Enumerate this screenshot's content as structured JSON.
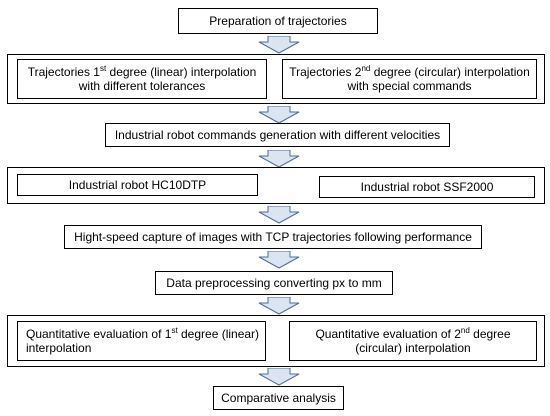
{
  "colors": {
    "border": "#000000",
    "background": "#ffffff",
    "arrow_fill": "#dbe5f1",
    "arrow_stroke": "#4a6f9c"
  },
  "steps": {
    "prep": "Preparation of trajectories",
    "linear_interp": {
      "pre": "Trajectories 1",
      "sup": "st",
      "post": " degree (linear) interpolation",
      "line2": "with different tolerances"
    },
    "circular_interp": {
      "pre": "Trajectories 2",
      "sup": "nd",
      "post": " degree (circular) interpolation",
      "line2": "with special commands"
    },
    "commands": "Industrial robot commands generation with different velocities",
    "robot1": "Industrial robot HC10DTP",
    "robot2": "Industrial robot SSF2000",
    "capture": "Hight-speed capture of images with TCP trajectories following performance",
    "preprocess": "Data preprocessing converting px to mm",
    "eval_linear": {
      "pre": "Quantitative evaluation of 1",
      "sup": "st",
      "post": " degree (linear)",
      "line2": "interpolation"
    },
    "eval_circular": {
      "pre": "Quantitative evaluation of 2",
      "sup": "nd",
      "post": " degree",
      "line2": "(circular) interpolation"
    },
    "comparative": "Comparative analysis"
  }
}
